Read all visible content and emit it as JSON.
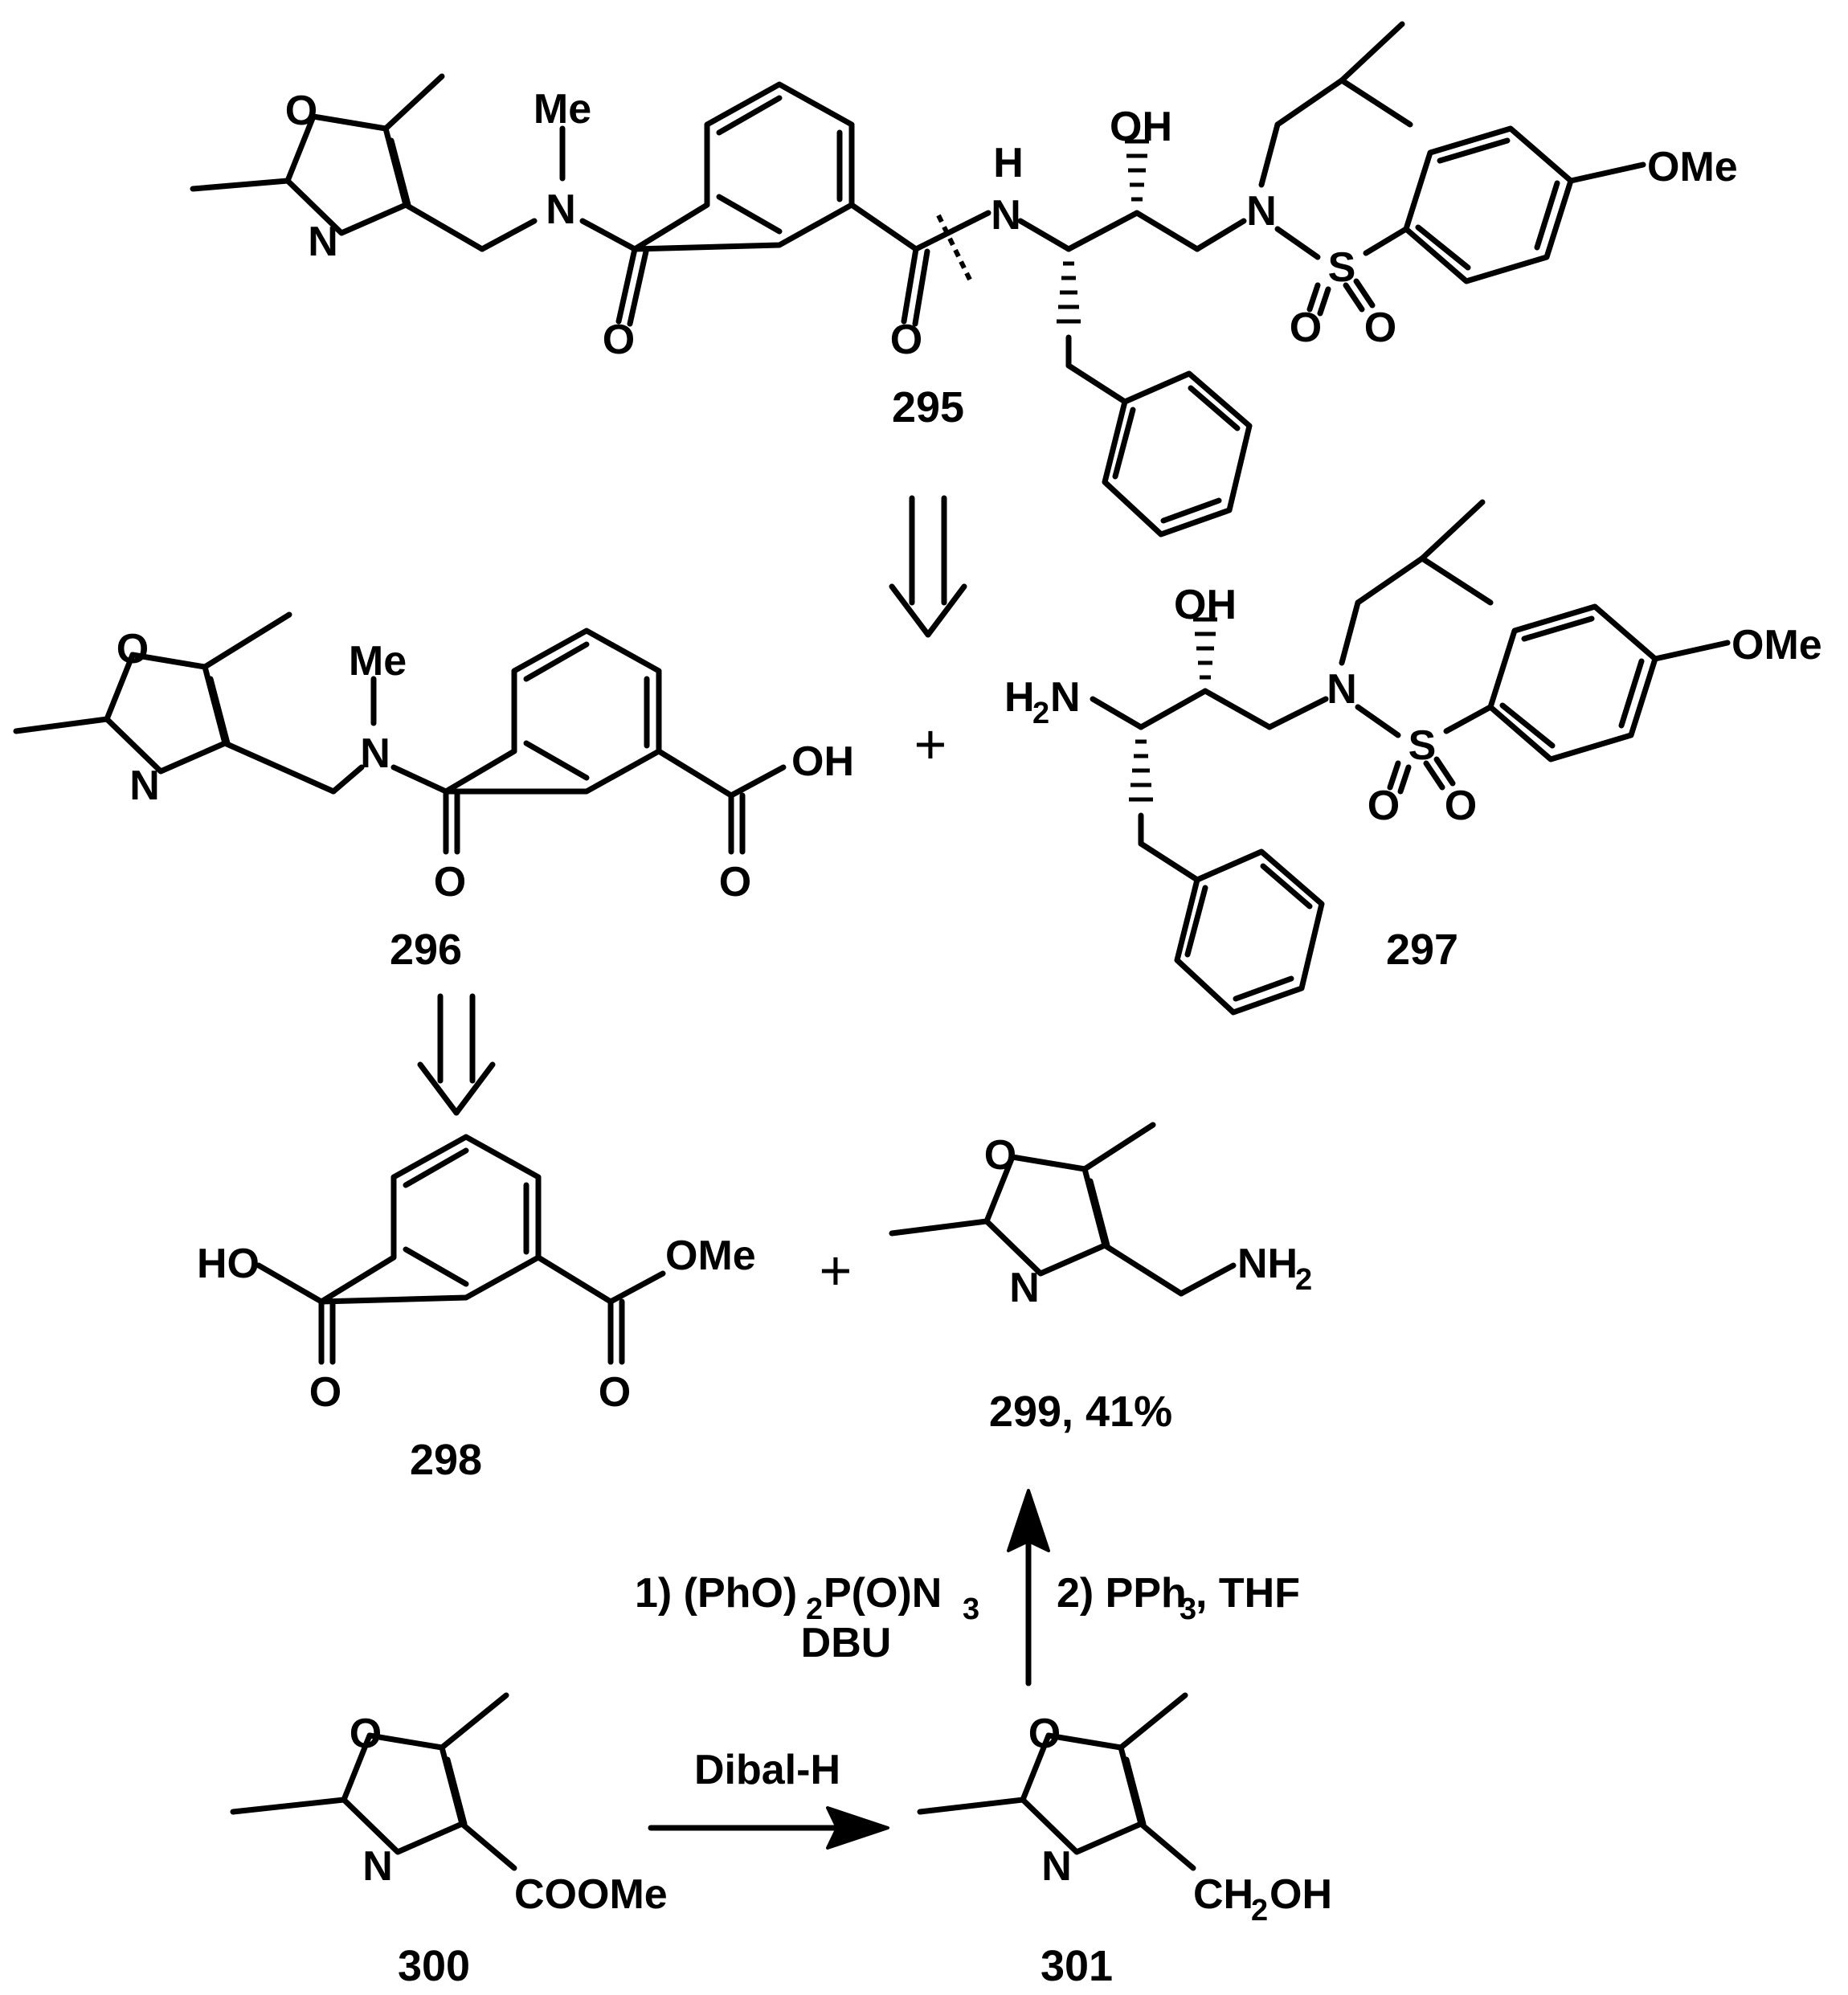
{
  "atoms": {
    "me": "Me",
    "o": "O",
    "n": "N",
    "h": "H",
    "oh": "OH",
    "ome": "OMe",
    "s": "S",
    "ho": "HO",
    "nh2": "NH",
    "h2n": "H",
    "sub2": "2",
    "amine_n": "N",
    "coome": "COOMe",
    "ch2oh_a": "CH",
    "ch2oh_b": "OH"
  },
  "compounds": {
    "c295": "295",
    "c296": "296",
    "c297": "297",
    "c298": "298",
    "c299": "299, 41%",
    "c300": "300",
    "c301": "301"
  },
  "symbols": {
    "plus": "+"
  },
  "conditions": {
    "dibal": "Dibal-H",
    "step1_a": "1) (PhO)",
    "step1_b": "2",
    "step1_c": "P(O)N",
    "step1_d": "3",
    "step1_dbu": "DBU",
    "step2_a": "2) PPh",
    "step2_b": "3",
    "step2_c": ", THF"
  }
}
